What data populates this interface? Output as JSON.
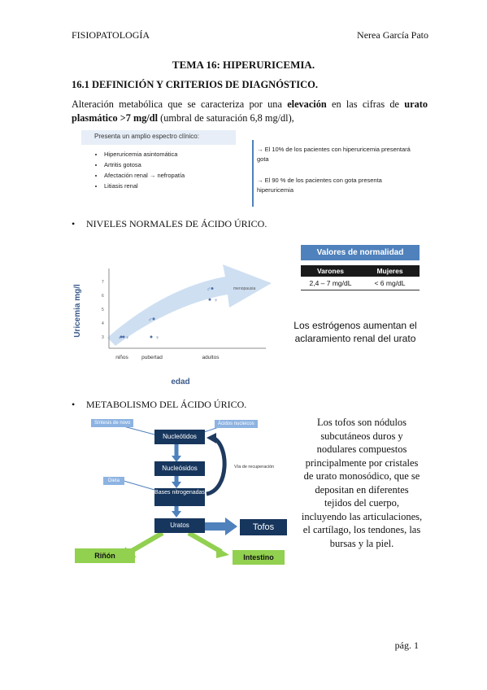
{
  "header": {
    "left": "FISIOPATOLOGÍA",
    "right": "Nerea García Pato"
  },
  "title": "TEMA 16: HIPERURICEMIA.",
  "section1": {
    "heading": "16.1 DEFINICIÓN Y CRITERIOS DE DIAGNÓSTICO.",
    "para": {
      "t1": "Alteración metabólica que se caracteriza por una ",
      "b1": "elevación",
      "t2": " en las cifras de ",
      "b2": "urato plasmático >7 mg/dl",
      "t3": " (umbral de saturación 6,8 mg/dl),"
    }
  },
  "clinical_box": {
    "heading": "Presenta un amplio espectro clínico:",
    "items": [
      "Hiperuricemia asintomática",
      "Artritis gotosa",
      "Afectación renal → nefropatía",
      "Litiasis renal"
    ],
    "note1": "→ El 10% de los pacientes con hiperuricemia presentará gota",
    "note2": "→ El 90 % de los pacientes con gota presenta hiperuricemia"
  },
  "bullets": {
    "niveles": "NIVELES NORMALES DE ÁCIDO ÚRICO.",
    "metabolismo": "METABOLISMO DEL ÁCIDO ÚRICO."
  },
  "chart_data": {
    "type": "scatter",
    "ylabel": "Uricemia mg/l",
    "xlabel": "edad",
    "categories": [
      "niños",
      "pubertad",
      "adultos"
    ],
    "yticks": [
      "3",
      "4",
      "5",
      "6",
      "7"
    ],
    "annotation": "menopausia",
    "symbols": {
      "male": "♂",
      "female": "♀"
    },
    "series": [
      {
        "name": "♂",
        "values": [
          3,
          4.3,
          6.5
        ]
      },
      {
        "name": "♀",
        "values": [
          3,
          3,
          5.7
        ]
      }
    ]
  },
  "normal_table": {
    "title": "Valores de normalidad",
    "headers": [
      "Varones",
      "Mujeres"
    ],
    "values": [
      "2,4 – 7 mg/dL",
      "< 6 mg/dL"
    ]
  },
  "estrogen_note": "Los estrógenos aumentan el aclaramiento renal del urato",
  "metabolism": {
    "side_labels": {
      "synthesis": "Síntesis de novo",
      "diet": "Ácidos nucleicos",
      "dieta": "Dieta",
      "salvage": "Vía de recuperación"
    },
    "steps": [
      "Nucleótidos",
      "Nucleósidos",
      "Bases nitrogenadas",
      "Uratos"
    ],
    "tofos": "Tofos",
    "rinon": "Riñón",
    "intestino": "Intestino"
  },
  "tofos_text": "Los tofos son nódulos subcutáneos duros y nodulares compuestos principalmente por cristales de urato monosódico, que se depositan en diferentes tejidos del cuerpo, incluyendo las articulaciones, el cartílago, los tendones, las bursas y la piel.",
  "footer": {
    "page": "pág. 1"
  },
  "colors": {
    "navy": "#17365d",
    "lightblue": "#8db3e2",
    "green": "#92d050",
    "arrow": "#c6d9f0"
  }
}
